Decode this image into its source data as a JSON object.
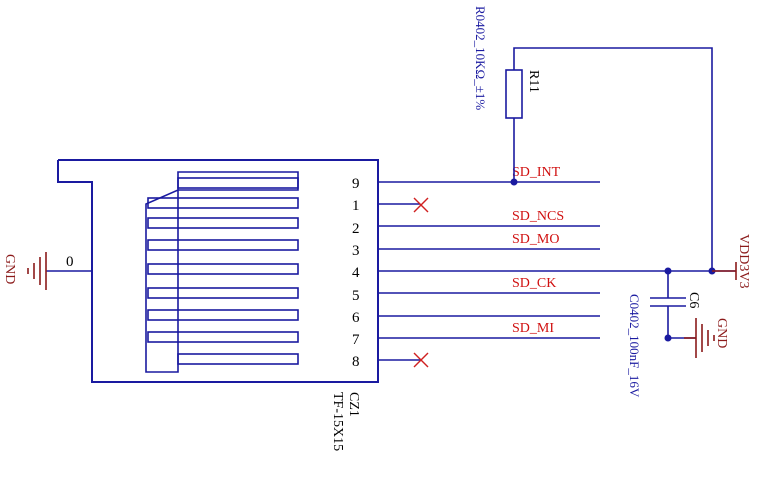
{
  "connector": {
    "designator": "CZ1",
    "part": "TF-15X15",
    "pins": [
      "9",
      "1",
      "2",
      "3",
      "4",
      "5",
      "6",
      "7",
      "8"
    ],
    "shell_net": "0"
  },
  "nets": {
    "sd_int": "SD_INT",
    "sd_ncs": "SD_NCS",
    "sd_mo": "SD_MO",
    "sd_ck": "SD_CK",
    "sd_mi": "SD_MI"
  },
  "resistor": {
    "designator": "R11",
    "value": "R0402_10KΩ_±1%"
  },
  "capacitor": {
    "designator": "C6",
    "value": "C0402_100nF_16V"
  },
  "power": {
    "vdd": "VDD3V3",
    "gnd_left": "GND",
    "gnd_right": "GND"
  },
  "colors": {
    "wire": "#1a1aa0",
    "net_label": "#d01010",
    "power_symbol": "#8b1a1a"
  }
}
